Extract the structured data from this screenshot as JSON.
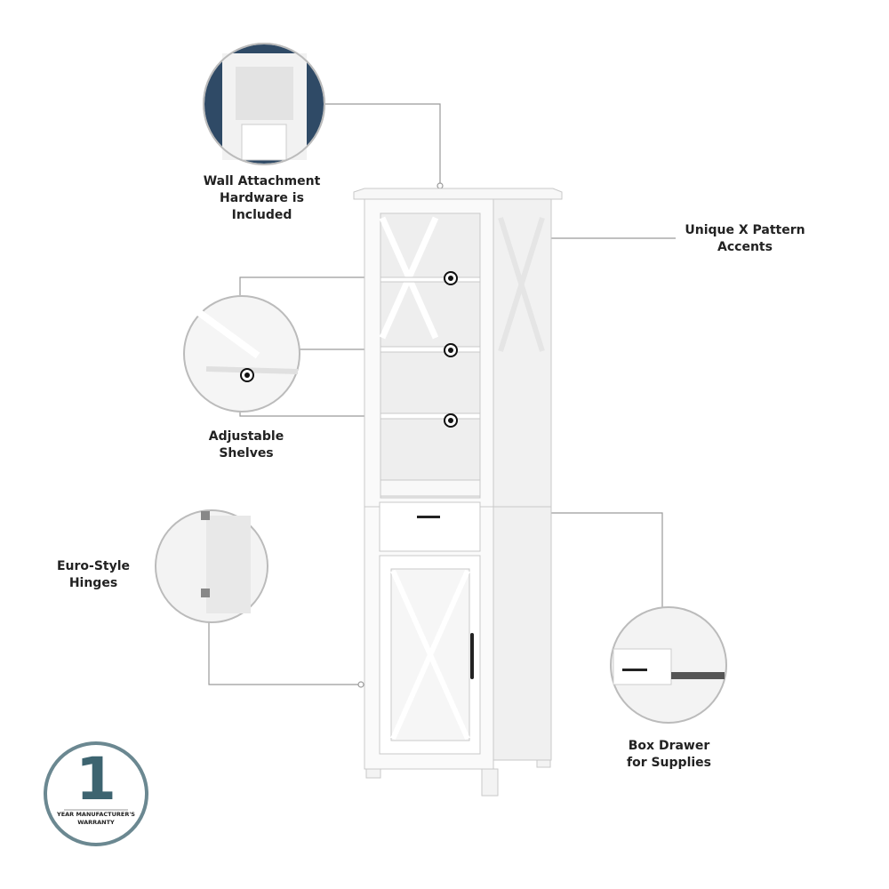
{
  "features": {
    "wall_attachment": "Wall Attachment\nHardware is Included",
    "x_pattern": "Unique X Pattern\nAccents",
    "shelves": "Adjustable\nShelves",
    "hinges": "Euro-Style\nHinges",
    "drawer": "Box Drawer\nfor Supplies"
  },
  "warranty": {
    "number": "1",
    "text": "YEAR MANUFACTURER'S\nWARRANTY",
    "color": "#3d6470"
  },
  "colors": {
    "leader_line": "#9a9a9a",
    "cabinet": "#ffffff",
    "wall": "#2f4a66"
  }
}
